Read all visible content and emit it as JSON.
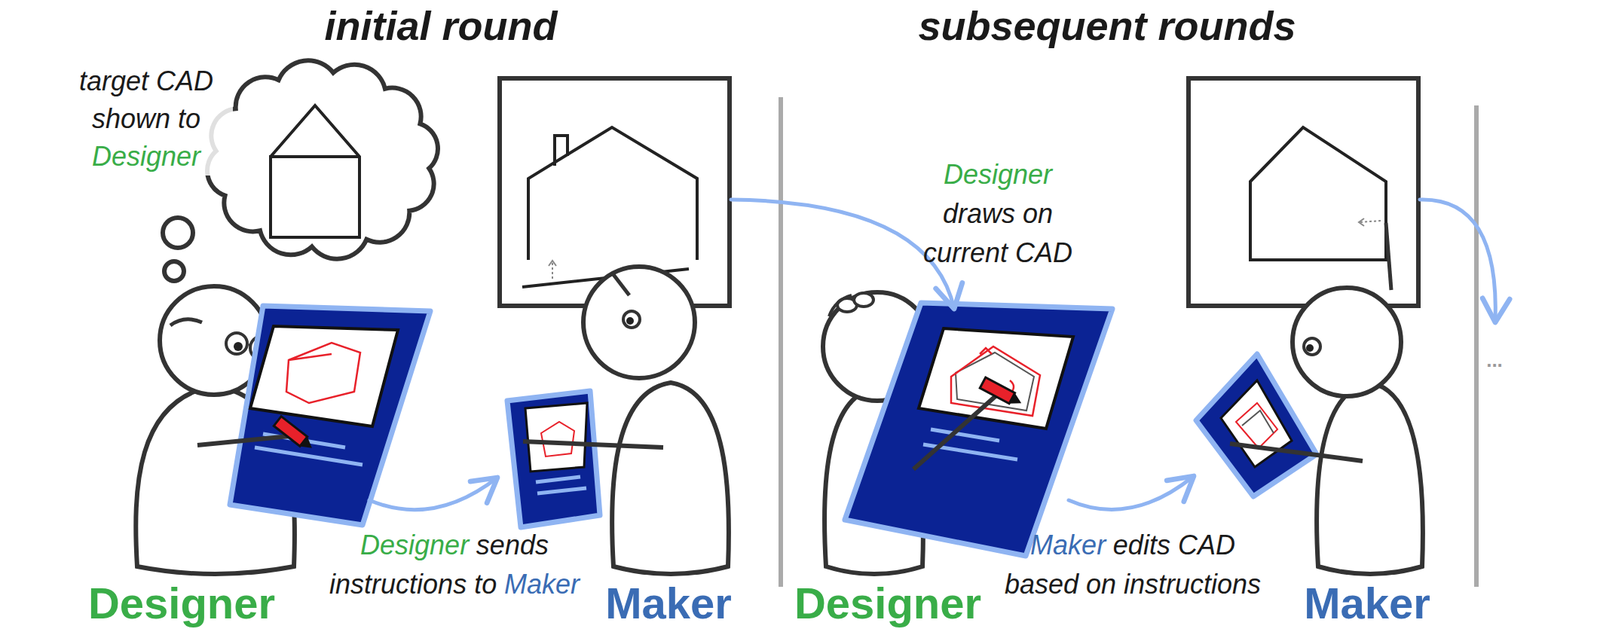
{
  "diagram": {
    "nodes": [
      {
        "text": [
          "target CAD shown to",
          "Designer"
        ]
      }
    ],
    "labels": [
      "initial round",
      "subsequent rounds",
      "Designer",
      "sends",
      "instructions to",
      "Maker",
      "Designer",
      "draws on",
      "current CAD",
      "Maker",
      "edits CAD",
      "based on instructions",
      "Designer",
      "Maker",
      "Designer",
      "Maker",
      "..."
    ]
  }
}
